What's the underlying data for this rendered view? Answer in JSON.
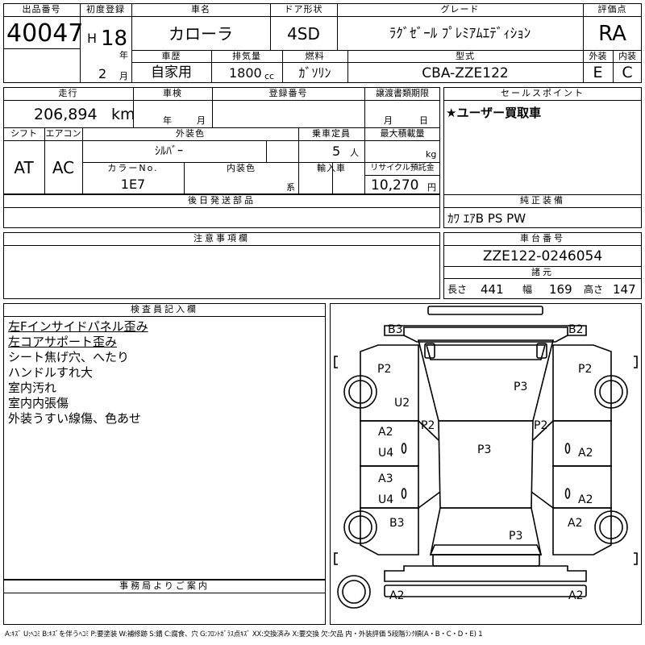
{
  "top": {
    "lot_label": "出品番号",
    "lot_number": "40047",
    "first_reg_label": "初度登録",
    "era": "H",
    "year": "18",
    "year_unit": "年",
    "month": "2",
    "month_unit": "月",
    "name_label": "車名",
    "car_name": "カローラ",
    "door_label": "ドア形状",
    "door_type": "4SD",
    "grade_label": "グレード",
    "grade": "ﾗｸﾞｾﾞｰﾙ ﾌﾟﾚﾐｱﾑｴﾃﾞｨｼｮﾝ",
    "score_label": "評価点",
    "score": "RA",
    "history_label": "車歴",
    "history": "自家用",
    "displacement_label": "排気量",
    "displacement": "1800",
    "displacement_unit": "cc",
    "fuel_label": "燃料",
    "fuel": "ｶﾞｿﾘﾝ",
    "model_label": "型式",
    "model": "CBA-ZZE122",
    "exterior_label": "外装",
    "exterior_grade": "E",
    "interior_label": "内装",
    "interior_grade": "C"
  },
  "second": {
    "mileage_label": "走行",
    "mileage": "206,894",
    "mileage_unit": "km",
    "inspection_label": "車検",
    "inspection_year_unit": "年",
    "inspection_month_unit": "月",
    "reg_no_label": "登録番号",
    "transfer_label": "譲渡書類期限",
    "transfer_month_unit": "月",
    "transfer_day_unit": "日",
    "shift_label": "シフト",
    "shift": "AT",
    "ac_label": "エアコン",
    "ac": "AC",
    "color_label": "外装色",
    "color": "ｼﾙﾊﾞｰ",
    "capacity_label": "乗車定員",
    "capacity": "5",
    "capacity_unit": "人",
    "max_load_label": "最大積載量",
    "max_load_unit": "kg",
    "color_no_label": "カラーNo.",
    "color_no": "1E7",
    "interior_color_label": "内装色",
    "interior_color_unit": "系",
    "import_label": "輸入車",
    "recycle_label": "リサイクル預託金",
    "recycle_fee": "10,270",
    "recycle_unit": "円",
    "later_parts_label": "後日発送部品",
    "sales_point_label": "セールスポイント",
    "sales_point": "★ユーザー買取車",
    "equipment_label": "純正装備",
    "equipment": "ｶﾜ ｴｱB PS PW"
  },
  "notes": {
    "caution_label": "注意事項欄",
    "chassis_label": "車台番号",
    "chassis_no": "ZZE122-0246054",
    "dims_label": "諸元",
    "length_label": "長さ",
    "length": "441",
    "width_label": "幅",
    "width": "169",
    "height_label": "高さ",
    "height": "147"
  },
  "inspector": {
    "label": "検査員記入欄",
    "lines": [
      "左Fインサイドパネル歪み",
      "左コアサポート歪み",
      "シート焦げ穴、へたり",
      "ハンドルすれ大",
      "室内汚れ",
      "室内内張傷",
      "外装うすい線傷、色あせ"
    ]
  },
  "office": {
    "label": "事務局よりご案内"
  },
  "diagram": {
    "marks": {
      "b3_top": "B3",
      "b2_top": "B2",
      "p2_fl": "P2",
      "p2_fr": "P2",
      "p3_hood": "P3",
      "u2": "U2",
      "p2_al": "P2",
      "p2_ar": "P2",
      "a2_lf": "A2",
      "u4_lf": "U4",
      "p3_roof": "P3",
      "a2_rf": "A2",
      "a3_lr": "A3",
      "u4_lr": "U4",
      "a2_rr": "A2",
      "b3_rear": "B3",
      "a2_rear_r": "A2",
      "p3_trunk": "P3",
      "a2_bl": "A2",
      "a2_br": "A2"
    }
  },
  "legend": "A:ｷｽﾞ U:ﾍｺﾐ B:ｷｽﾞを伴うﾍｺﾐ P:要塗装 W:補修跡 S:錆 C:腐食、穴 G:ﾌﾛﾝﾄｶﾞﾗｽ点ｷｽﾞ XX:交換済み X:要交換 欠:欠品 内・外装評価 5段階ﾗﾝｸ順(A・B・C・D・E) 1"
}
